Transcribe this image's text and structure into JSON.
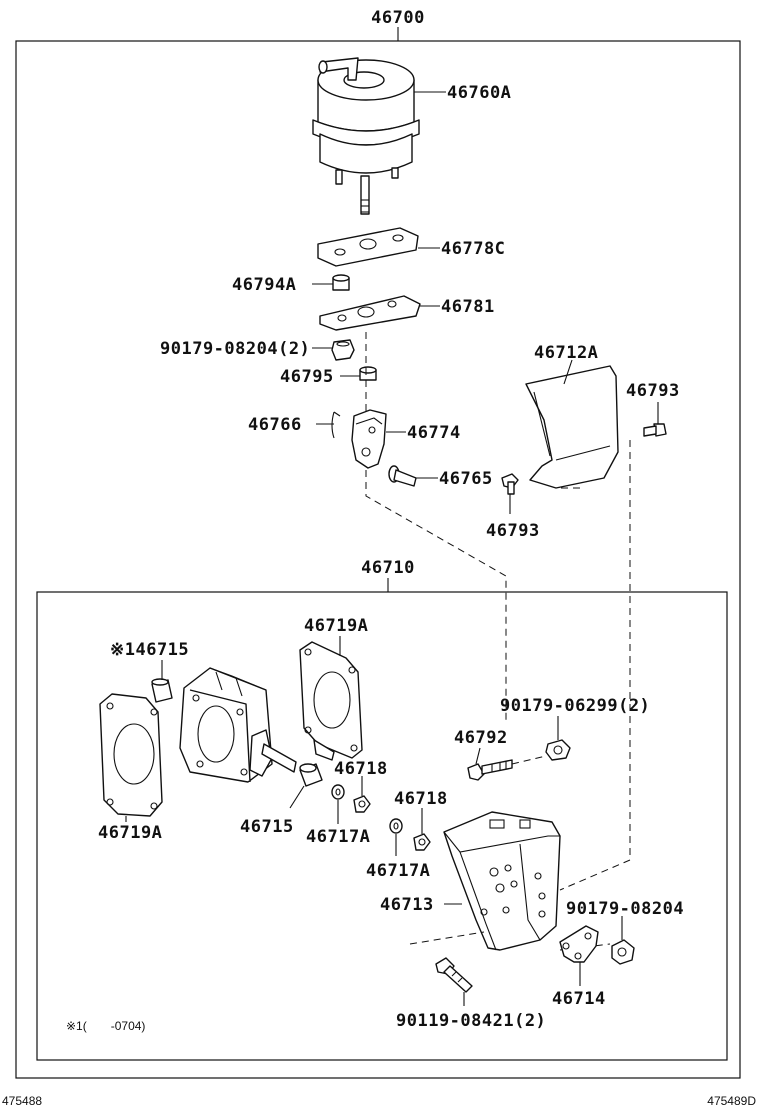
{
  "labels": {
    "assy_top": "46700",
    "l46760A": "46760A",
    "l46778C": "46778C",
    "l46794A": "46794A",
    "l46781": "46781",
    "l90179_08204_2": "90179-08204(2)",
    "l46795": "46795",
    "l46712A": "46712A",
    "l46793_a": "46793",
    "l46766": "46766",
    "l46774": "46774",
    "l46765": "46765",
    "l46793_b": "46793",
    "assy_sub": "46710",
    "l46715_top": "※146715",
    "l46719A_top": "46719A",
    "l90179_06299": "90179-06299(2)",
    "l46792": "46792",
    "l46718_a": "46718",
    "l46718_b": "46718",
    "l46719A_bot": "46719A",
    "l46715_bot": "46715",
    "l46717A_a": "46717A",
    "l46717A_b": "46717A",
    "l46713": "46713",
    "l90179_08204": "90179-08204",
    "l46714": "46714",
    "l90119_08421": "90119-08421(2)"
  },
  "footnote": "※1(　　-0704)",
  "ref_left": "475488",
  "ref_right": "475489D"
}
